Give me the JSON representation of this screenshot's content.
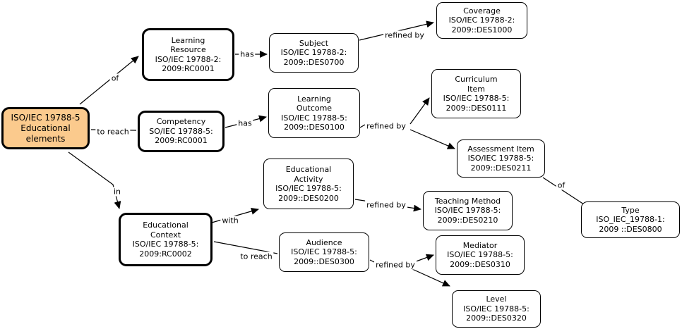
{
  "colors": {
    "background": "#ffffff",
    "root_node_fill": "#fbca8d",
    "node_fill": "#ffffff",
    "node_border": "#000000",
    "edge_line": "#000000",
    "text": "#000000"
  },
  "nodes": {
    "root": {
      "label": "ISO/IEC 19788-5\nEducational\nelements"
    },
    "learning_resource": {
      "label": "Learning\nResource\nISO/IEC 19788-2:\n2009:RC0001"
    },
    "competency": {
      "label": "Competency\nSO/IEC 19788-5:\n2009:RC0001"
    },
    "educational_context": {
      "label": "Educational\nContext\nISO/IEC 19788-5:\n2009:RC0002"
    },
    "subject": {
      "label": "Subject\nISO/IEC 19788-2:\n2009::DES0700"
    },
    "coverage": {
      "label": "Coverage\nISO/IEC 19788-2:\n2009::DES1000"
    },
    "learning_outcome": {
      "label": "Learning\nOutcome\nISO/IEC 19788-5:\n2009::DES0100"
    },
    "curriculum_item": {
      "label": "Curriculum\nItem\nISO/IEC 19788-5:\n2009::DES0111"
    },
    "assessment_item": {
      "label": "Assessment Item\nISO/IEC 19788-5:\n2009::DES0211"
    },
    "type": {
      "label": "Type\nISO_IEC_19788-1:\n2009 ::DES0800"
    },
    "educational_activity": {
      "label": "Educational\nActivity\nISO/IEC 19788-5:\n2009::DES0200"
    },
    "teaching_method": {
      "label": "Teaching Method\nISO/IEC 19788-5:\n2009::DES0210"
    },
    "audience": {
      "label": "Audience\nISO/IEC 19788-5:\n2009::DES0300"
    },
    "mediator": {
      "label": "Mediator\nISO/IEC 19788-5:\n2009::DES0310"
    },
    "level": {
      "label": "Level\nISO/IEC 19788-5:\n2009::DES0320"
    }
  },
  "edge_labels": {
    "root_to_learning_resource": "of",
    "root_to_competency": "to reach",
    "root_to_educational_context": "in",
    "learning_resource_to_subject": "has",
    "subject_to_coverage": "refined by",
    "competency_to_learning_outcome": "has",
    "learning_outcome_branch": "refined by",
    "assessment_item_to_type": "of",
    "educational_context_to_activity": "with",
    "educational_context_to_audience": "to reach",
    "activity_to_teaching_method": "refined by",
    "audience_branch": "refined by"
  }
}
